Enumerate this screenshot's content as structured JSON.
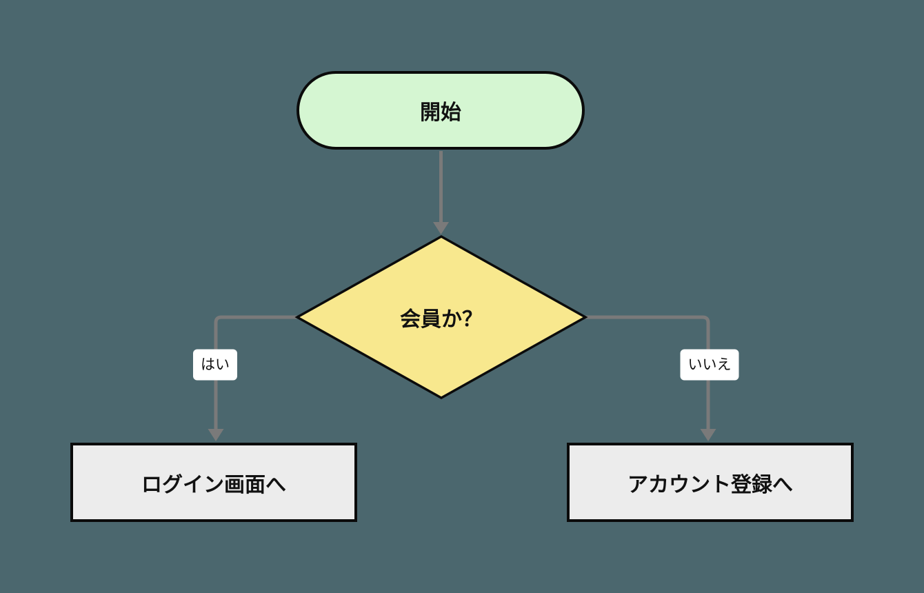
{
  "diagram": {
    "type": "flowchart",
    "direction": "top-down",
    "nodes": [
      {
        "id": "start",
        "shape": "stadium",
        "label": "開始"
      },
      {
        "id": "decision",
        "shape": "diamond",
        "label": "会員か？"
      },
      {
        "id": "login",
        "shape": "rectangle",
        "label": "ログイン画面へ"
      },
      {
        "id": "register",
        "shape": "rectangle",
        "label": "アカウント登録へ"
      }
    ],
    "edges": [
      {
        "from": "start",
        "to": "decision",
        "label": ""
      },
      {
        "from": "decision",
        "to": "login",
        "label": "はい"
      },
      {
        "from": "decision",
        "to": "register",
        "label": "いいえ"
      }
    ]
  },
  "colors": {
    "background": "#4b676e",
    "node-border": "#0b0b0b",
    "start-fill": "#d5f6d2",
    "decision-fill": "#f8e88e",
    "process-fill": "#ececec",
    "edge-line": "#7a7a7a",
    "edge-label-bg": "#ffffff",
    "text": "#111111"
  }
}
